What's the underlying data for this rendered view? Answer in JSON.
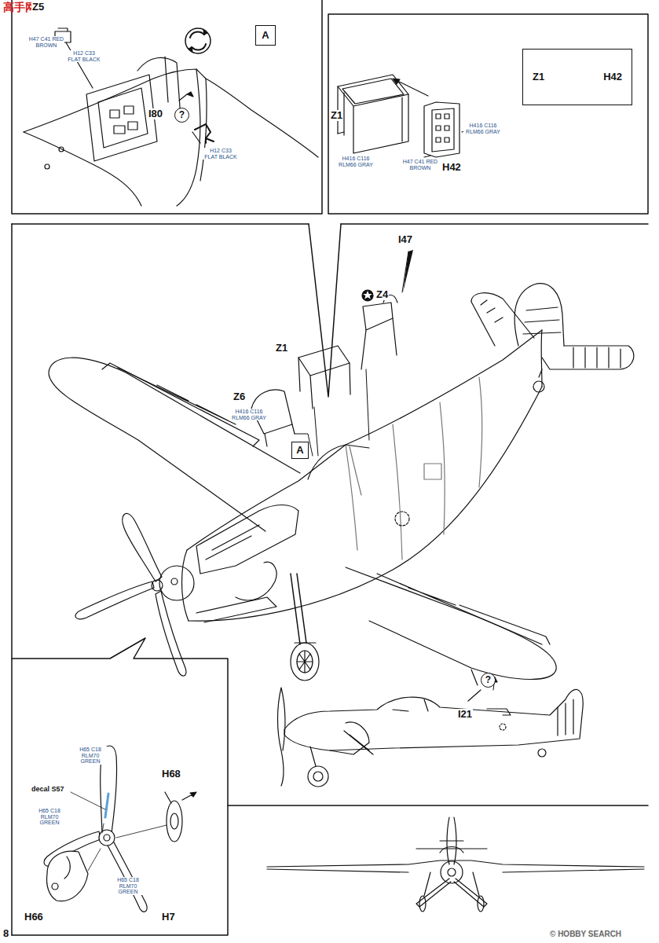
{
  "diagram": {
    "nodes": [
      {
        "text": [
          "A"
        ]
      },
      {
        "text": [
          "Z1",
          "H42"
        ]
      },
      {
        "text": [
          "A"
        ]
      }
    ],
    "labels": [
      "高手网",
      "Z5",
      "H47 C41 RED BROWN",
      "H12 C33 FLAT BLACK",
      "I80",
      "?",
      "H12 C33 FLAT BLACK",
      "Z1",
      "H416 C116 RLM66 GRAY",
      "H47 C41 RED BROWN",
      "H416 C116 RLM66 GRAY",
      "H42",
      "I47",
      "Z4",
      "Z1",
      "Z6",
      "H416 C116 RLM66 GRAY",
      "?",
      "I21",
      "H65 C18 RLM70 GREEN",
      "decal S57",
      "H68",
      "H65 C18 RLM70 GREEN",
      "H65 C18 RLM70 GREEN",
      "H66",
      "H7",
      "8",
      "© HOBBY SEARCH"
    ]
  }
}
